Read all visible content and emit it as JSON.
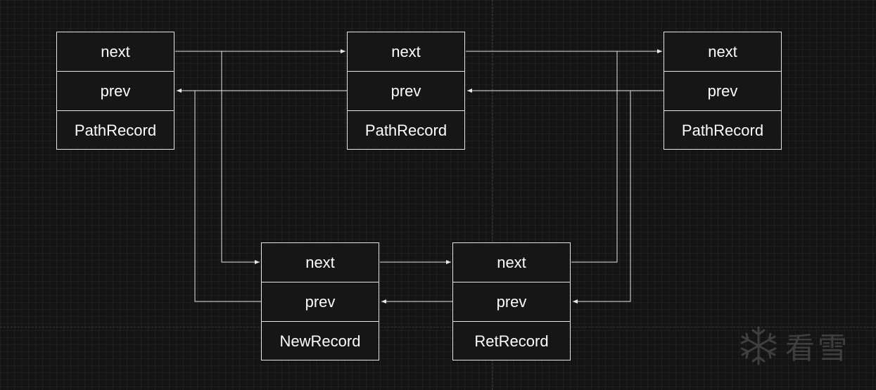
{
  "nodes": {
    "top_left": {
      "next": "next",
      "prev": "prev",
      "record": "PathRecord"
    },
    "top_middle": {
      "next": "next",
      "prev": "prev",
      "record": "PathRecord"
    },
    "top_right": {
      "next": "next",
      "prev": "prev",
      "record": "PathRecord"
    },
    "bottom_left": {
      "next": "next",
      "prev": "prev",
      "record": "NewRecord"
    },
    "bottom_right": {
      "next": "next",
      "prev": "prev",
      "record": "RetRecord"
    }
  },
  "watermark": {
    "text": "看雪",
    "icon": "snowflake-icon"
  },
  "colors": {
    "background": "#141414",
    "stroke": "#e6e6e6",
    "text": "#ffffff"
  }
}
